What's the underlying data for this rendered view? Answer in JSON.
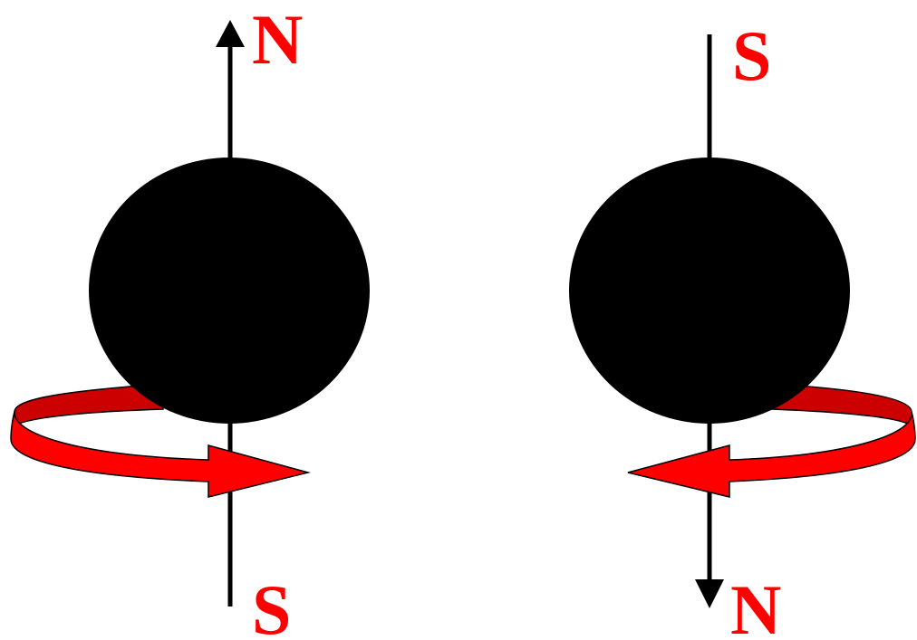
{
  "colors": {
    "background": "#ffffff",
    "axis": "#000000",
    "sphere": "#000000",
    "label": "#ff0000",
    "ribbon_front": "#ff0000",
    "ribbon_back": "#cc0000",
    "ribbon_outline": "#000000"
  },
  "left_particle": {
    "top_label": "N",
    "bottom_label": "S",
    "axis_arrow": "up",
    "rotation_arrow": "points-right"
  },
  "right_particle": {
    "top_label": "S",
    "bottom_label": "N",
    "axis_arrow": "down",
    "rotation_arrow": "points-left"
  }
}
